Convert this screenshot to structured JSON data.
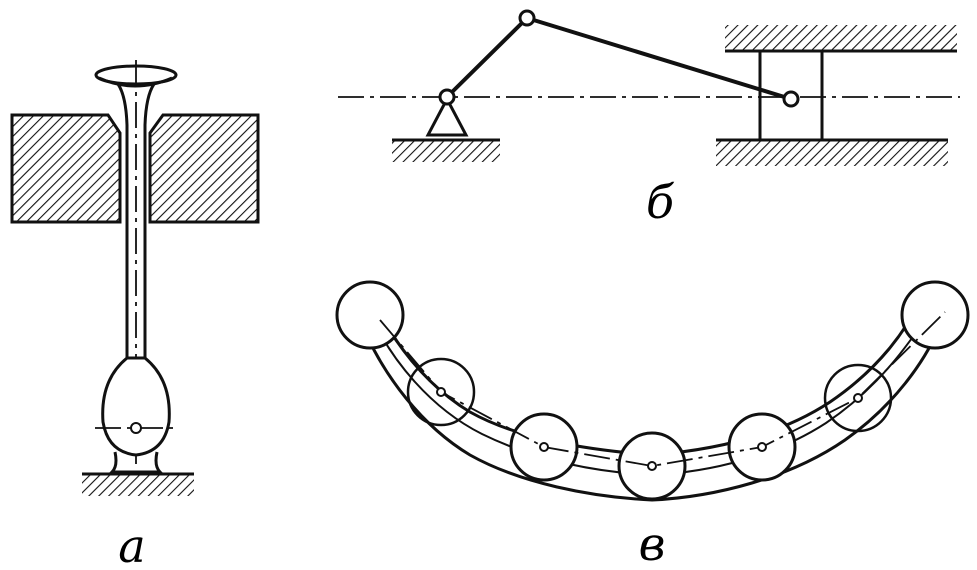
{
  "figure": {
    "labels": {
      "a": "a",
      "b": "б",
      "c": "в"
    }
  }
}
